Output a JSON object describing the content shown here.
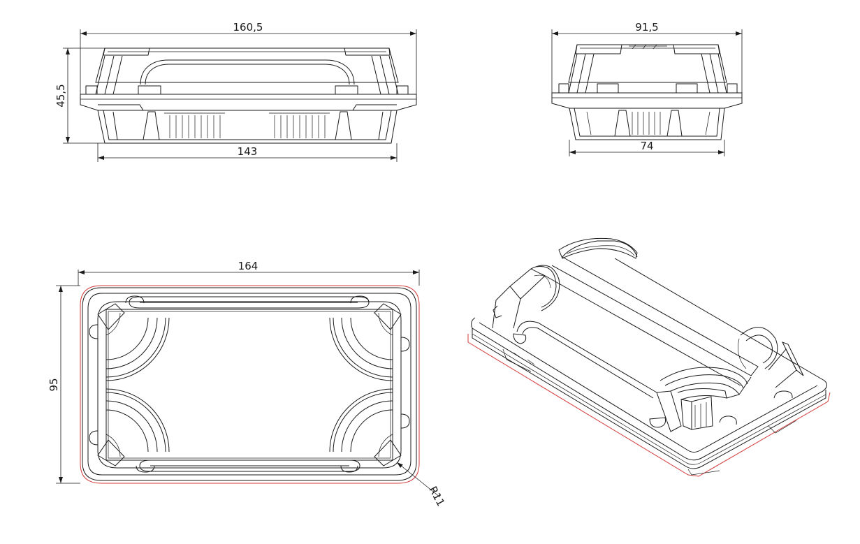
{
  "drawing": {
    "front_view": {
      "overall_width": "160,5",
      "base_width": "143",
      "height": "45,5"
    },
    "side_view": {
      "overall_width": "91,5",
      "base_width": "74"
    },
    "top_view": {
      "length": "164",
      "width": "95",
      "corner_radius": "R11"
    },
    "colors": {
      "line": "#1a1a1a",
      "outline_highlight": "#d33a3a",
      "background": "#ffffff"
    }
  }
}
